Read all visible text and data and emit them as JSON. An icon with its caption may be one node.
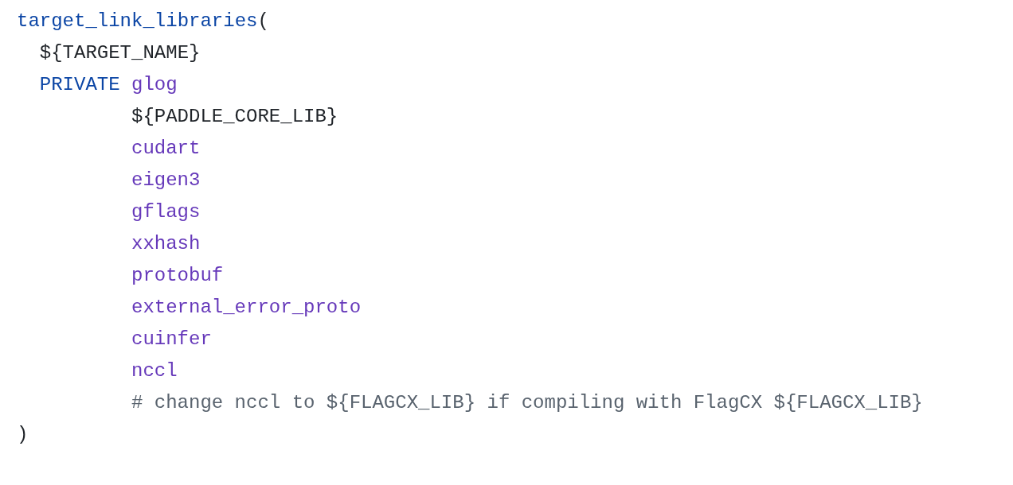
{
  "diagram": {
    "labels": [
      "target_link_libraries",
      "(",
      "${TARGET_NAME}",
      "PRIVATE",
      "glog",
      "${PADDLE_CORE_LIB}",
      "cudart",
      "eigen3",
      "gflags",
      "xxhash",
      "protobuf",
      "external_error_proto",
      "cuinfer",
      "nccl",
      "# change nccl to ${FLAGCX_LIB} if compiling with FlagCX ${FLAGCX_LIB}",
      ")"
    ]
  }
}
